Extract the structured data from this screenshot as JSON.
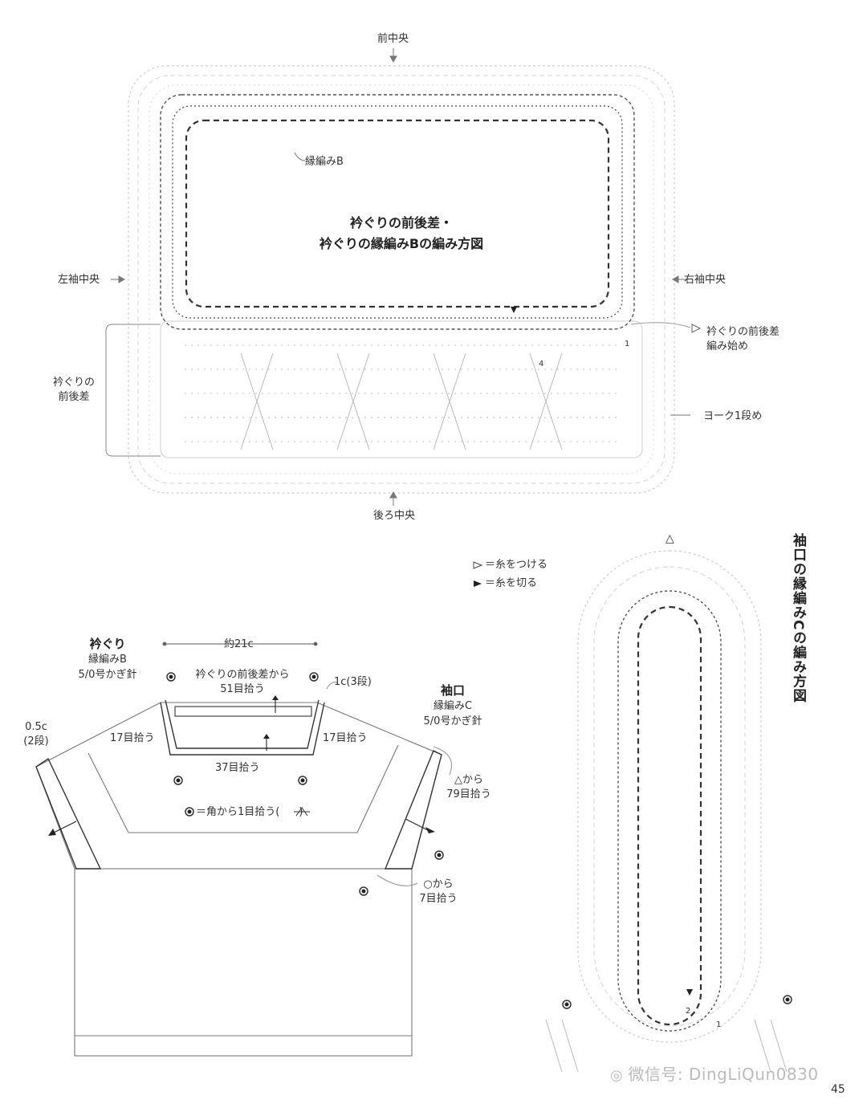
{
  "top_diagram": {
    "title_line1": "衿ぐりの前後差・",
    "title_line2": "衿ぐりの縁編みBの編み方図",
    "label_front_center": "前中央",
    "label_back_center": "後ろ中央",
    "label_left_sleeve": "左袖中央",
    "label_right_sleeve": "右袖中央",
    "label_edge_b": "縁編みB",
    "label_neck_diff": "衿ぐりの\n前後差",
    "label_start": "衿ぐりの前後差\n編み始め",
    "label_yoke_row1": "ヨーク1段め",
    "row_num_1": "1",
    "row_num_4": "4"
  },
  "legend": {
    "attach": "＝糸をつける",
    "cut": "＝糸を切る"
  },
  "sleeve_diagram": {
    "title": "袖口の縁編みCの編み方図",
    "start_mark": "△",
    "row_num_1": "1",
    "row_num_2": "2"
  },
  "schematic": {
    "neck_title": "衿ぐり",
    "neck_sub1": "縁編みB",
    "neck_sub2": "5/0号かぎ針",
    "width_label": "約21c",
    "pickup_front": "衿ぐりの前後差から\n51目拾う",
    "neck_height": "1c(3段)",
    "pickup_17_left": "17目拾う",
    "pickup_17_right": "17目拾う",
    "pickup_37": "37目拾う",
    "corner_note": "＝角から1目拾う(",
    "corner_note_end": ")",
    "cuff_title": "袖口",
    "cuff_sub1": "縁編みC",
    "cuff_sub2": "5/0号かぎ針",
    "cuff_height": "0.5c\n(2段)",
    "pickup_79": "△から\n79目拾う",
    "pickup_7": "○から\n7目拾う"
  },
  "page_number": "45",
  "watermark": "微信号: DingLiQun0830"
}
